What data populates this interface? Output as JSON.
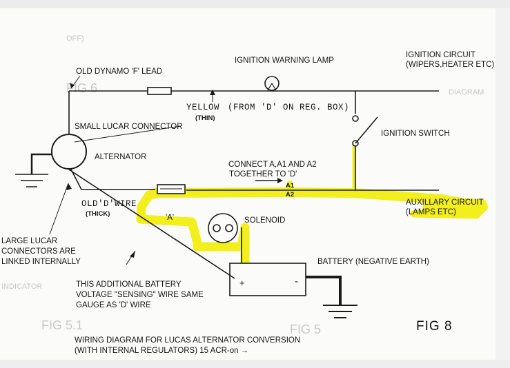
{
  "labels": {
    "old_dynamo_f_lead": "OLD DYNAMO 'F' LEAD",
    "ignition_warning_lamp": "IGNITION WARNING LAMP",
    "ignition_circuit": "IGNITION CIRCUIT",
    "ignition_circuit_sub": "(WIPERS,HEATER ETC)",
    "yellow": "YELLOW",
    "thin": "(THIN)",
    "from_d": "(FROM 'D' ON REG. BOX)",
    "small_lucar_connector": "SMALL LUCAR CONNECTOR",
    "ignition_switch": "IGNITION SWITCH",
    "alternator": "ALTERNATOR",
    "connect_a": "CONNECT A,A1 AND A2",
    "together_d": "TOGETHER TO 'D'",
    "a1": "A1",
    "a2": "A2",
    "auxillary_circuit": "AUXILLARY CIRCUIT",
    "lamps_etc": "(LAMPS ETC)",
    "old_d_wire": "OLD'D'WIRE",
    "thick": "(THICK)",
    "a_label": "'A'",
    "solenoid": "SOLENOID",
    "large_lucar_1": "LARGE LUCAR",
    "large_lucar_2": "CONNECTORS ARE",
    "large_lucar_3": "LINKED INTERNALLY",
    "battery": "BATTERY (NEGATIVE EARTH)",
    "plus": "+",
    "minus": "-",
    "sensing_1": "THIS ADDITIONAL BATTERY",
    "sensing_2": "VOLTAGE \"SENSING\" WIRE SAME",
    "sensing_3": "GAUGE AS 'D' WIRE",
    "fig": "FIG 8",
    "caption_1": "WIRING DIAGRAM FOR LUCAS ALTERNATOR CONVERSION",
    "caption_2": "(WITH INTERNAL REGULATORS) 15 ACR-on →"
  },
  "colors": {
    "wire": "#1a1a1a",
    "highlight": "#f3ef1d",
    "paper": "#fbfbfa",
    "bleed_through": "#c8c8c8"
  }
}
